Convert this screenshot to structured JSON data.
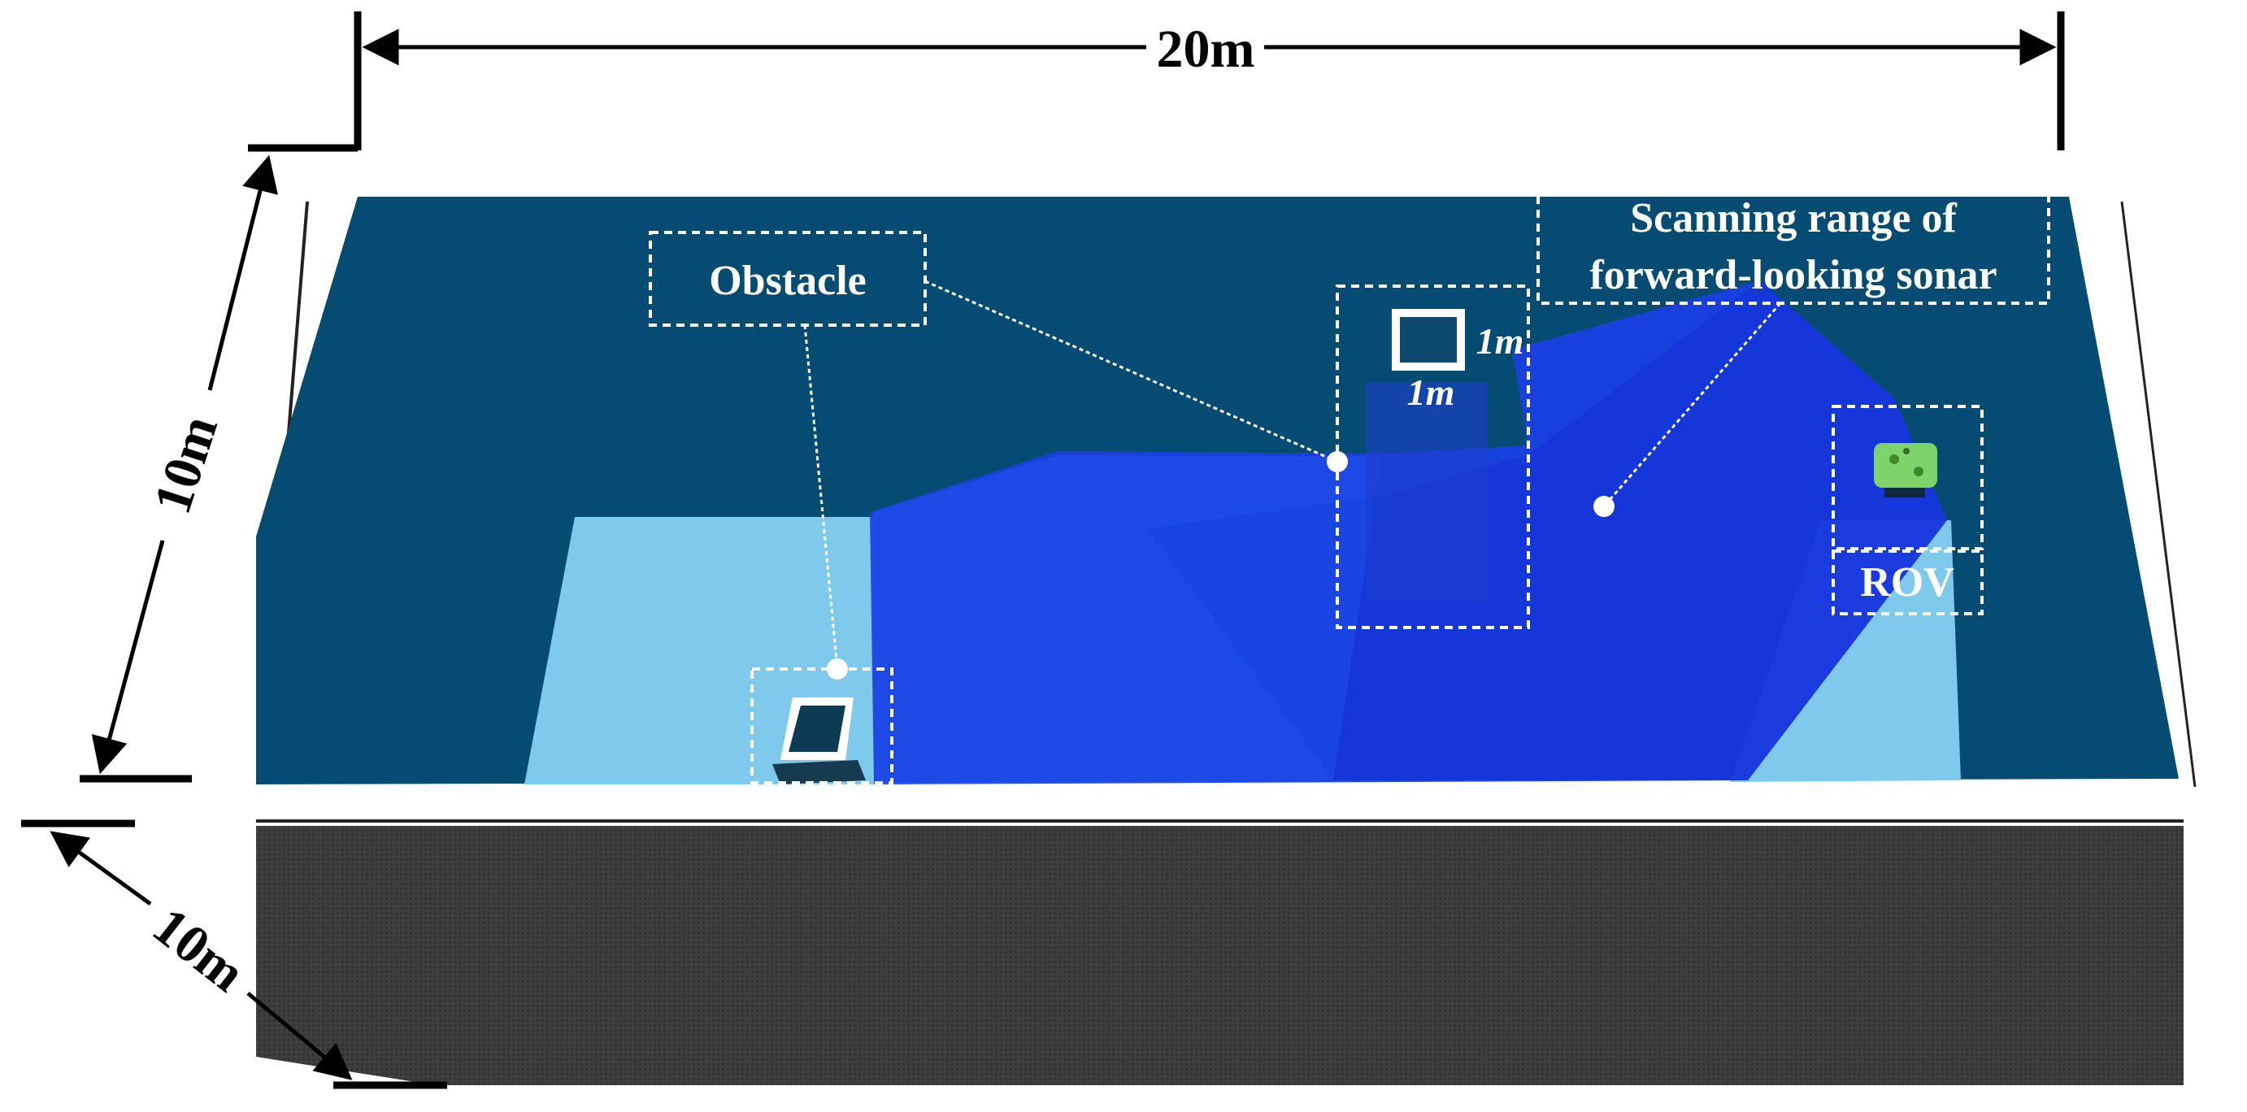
{
  "dimensions": {
    "width_label": "20m",
    "depth_label": "10m",
    "height_label": "10m"
  },
  "labels": {
    "obstacle": "Obstacle",
    "sonar_line1": "Scanning range of",
    "sonar_line2": "forward-looking sonar",
    "rov": "ROV",
    "obstacle_width": "1m",
    "obstacle_height": "1m"
  },
  "colors": {
    "water": "#064c72",
    "light_floor": "#7fc9ec",
    "sonar_beam": "#1a3fe6",
    "tank_wall": "#3c3c3c",
    "tank_rim": "#ffffff",
    "annotation": "#ffffff",
    "dimension": "#000000"
  }
}
